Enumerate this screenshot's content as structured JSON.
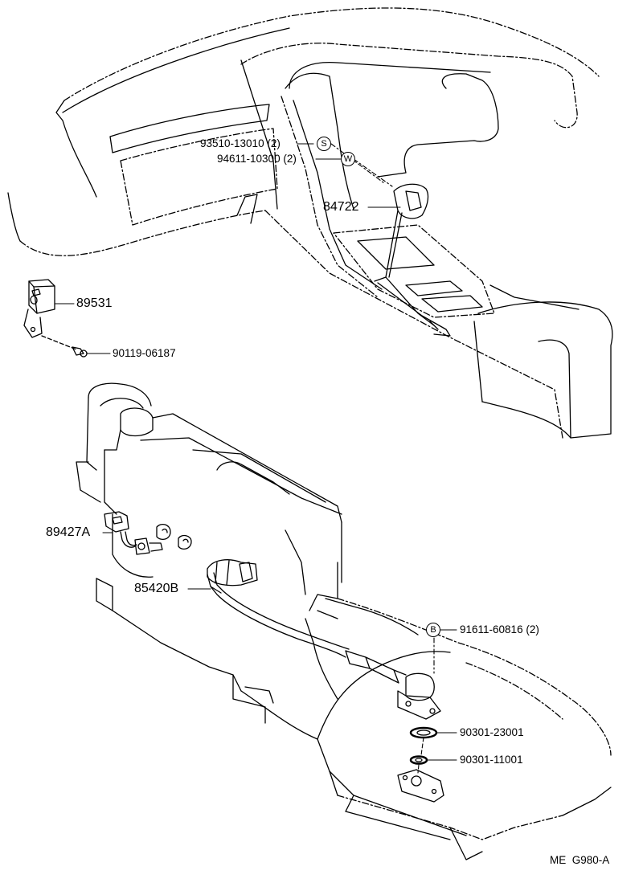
{
  "labels": {
    "p93510": "93510-13010 (2)",
    "p94611": "94611-10300 (2)",
    "p84722": "84722",
    "p89531": "89531",
    "p90119": "90119-06187",
    "p89427": "89427A",
    "p85420": "85420B",
    "p91611": "91611-60816 (2)",
    "p90301a": "90301-23001",
    "p90301b": "90301-11001"
  },
  "symbols": {
    "s": "S",
    "w": "W",
    "b": "B"
  },
  "code": "ME  G980-A"
}
